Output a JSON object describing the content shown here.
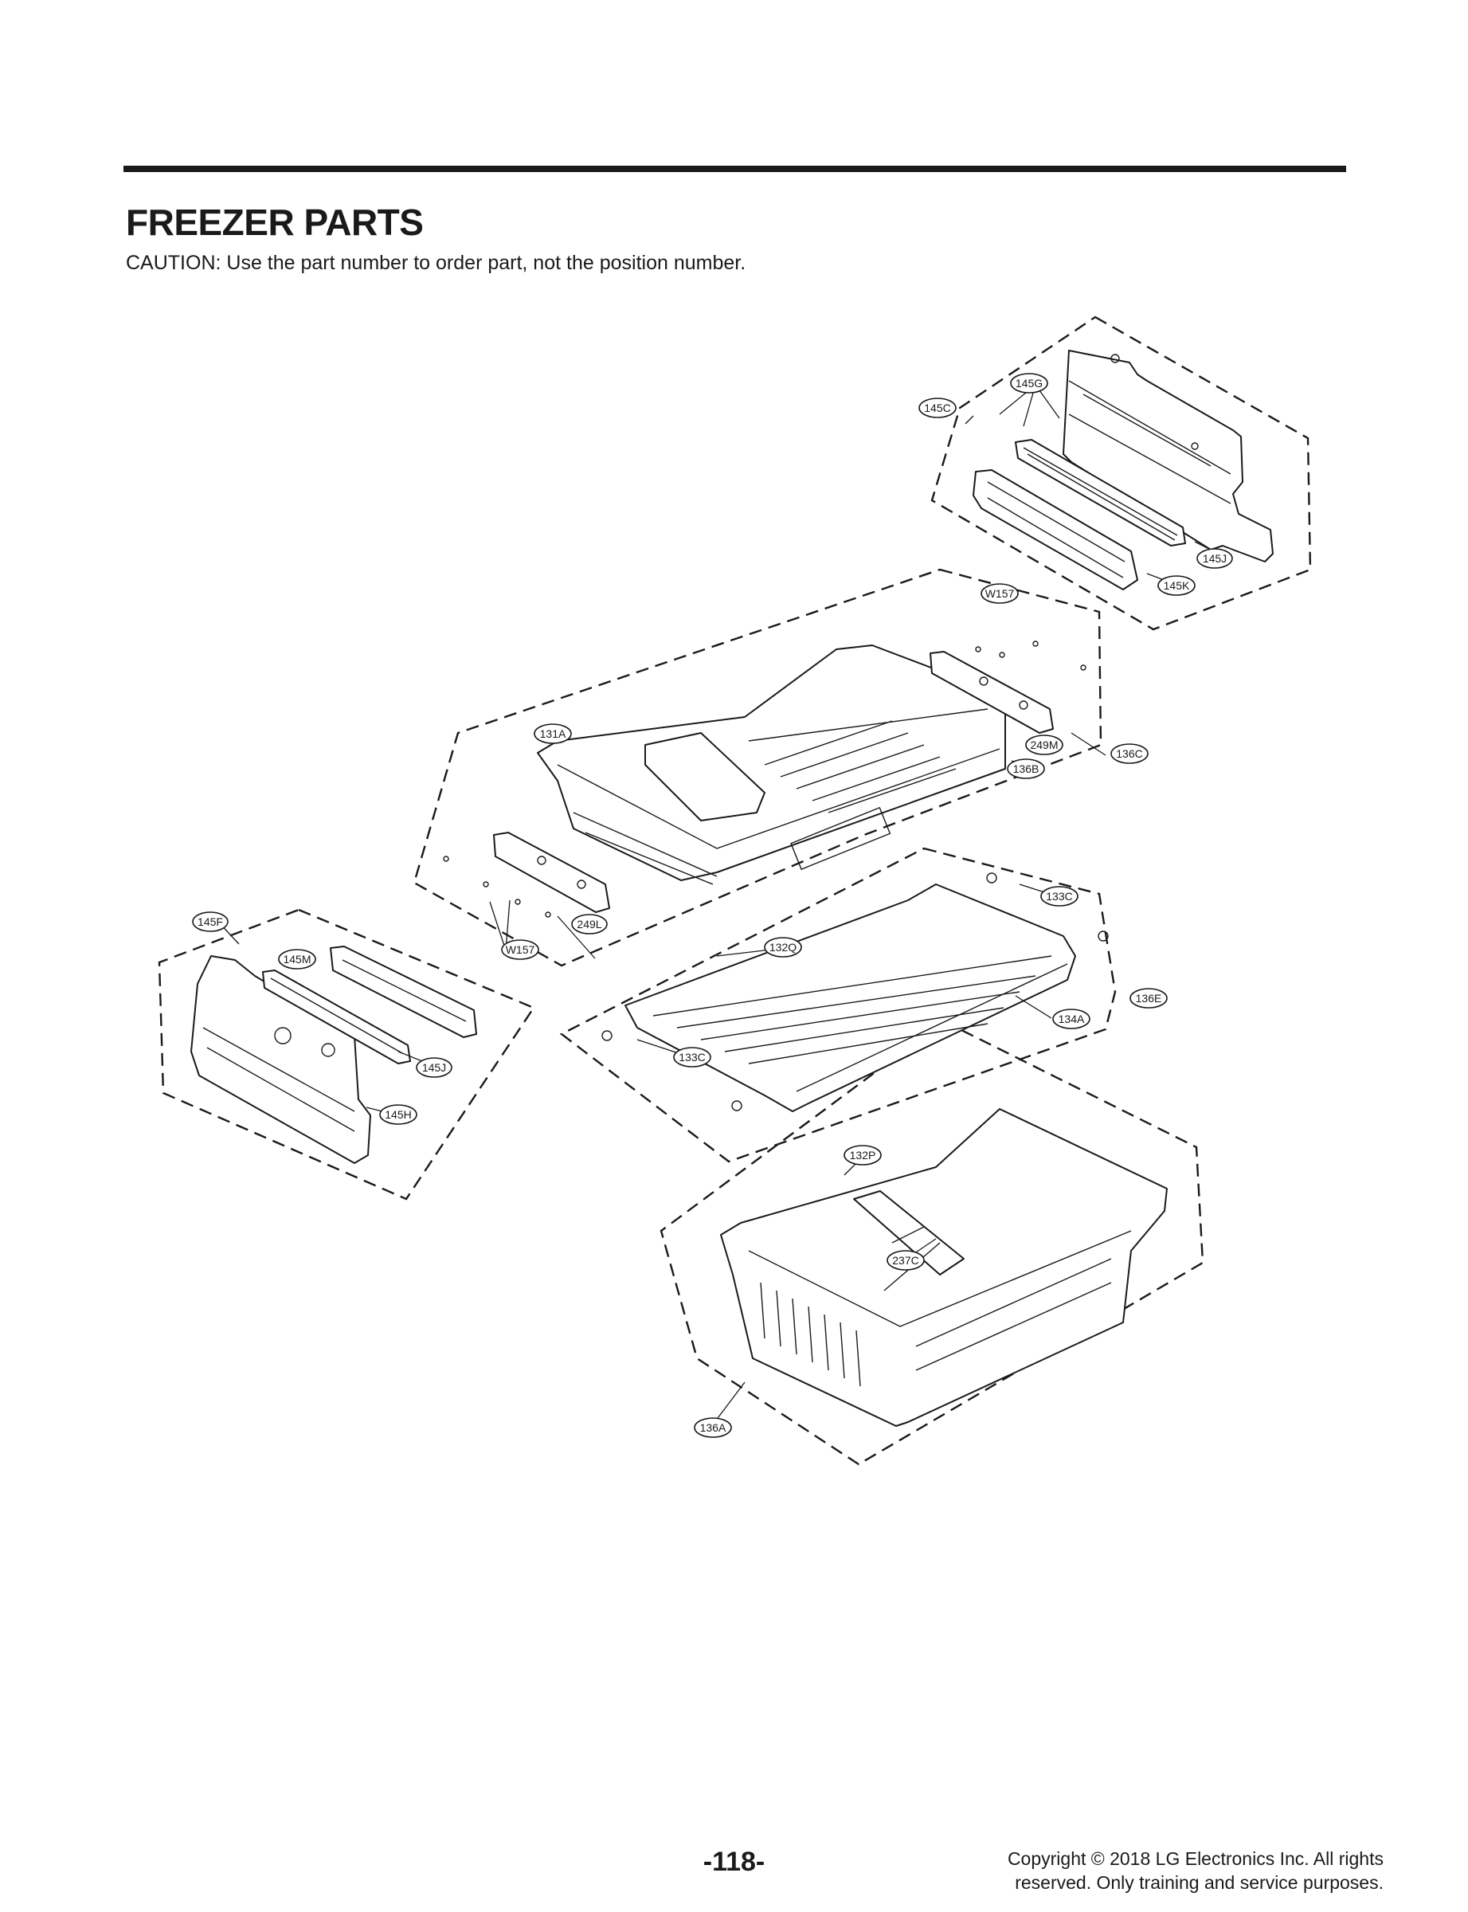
{
  "header": {
    "title": "FREEZER PARTS",
    "caution": "CAUTION: Use the part number to order part, not the position number."
  },
  "callouts": [
    "145G",
    "145C",
    "145J",
    "145K",
    "W157",
    "131A",
    "249M",
    "136C",
    "136B",
    "133C",
    "145F",
    "145M",
    "W157",
    "249L",
    "132Q",
    "136E",
    "134A",
    "133C",
    "145J",
    "145H",
    "132P",
    "237C",
    "136A"
  ],
  "footer": {
    "page_number": "-118-",
    "copyright_line1": "Copyright © 2018 LG Electronics Inc. All rights",
    "copyright_line2": "reserved. Only training and service purposes."
  }
}
